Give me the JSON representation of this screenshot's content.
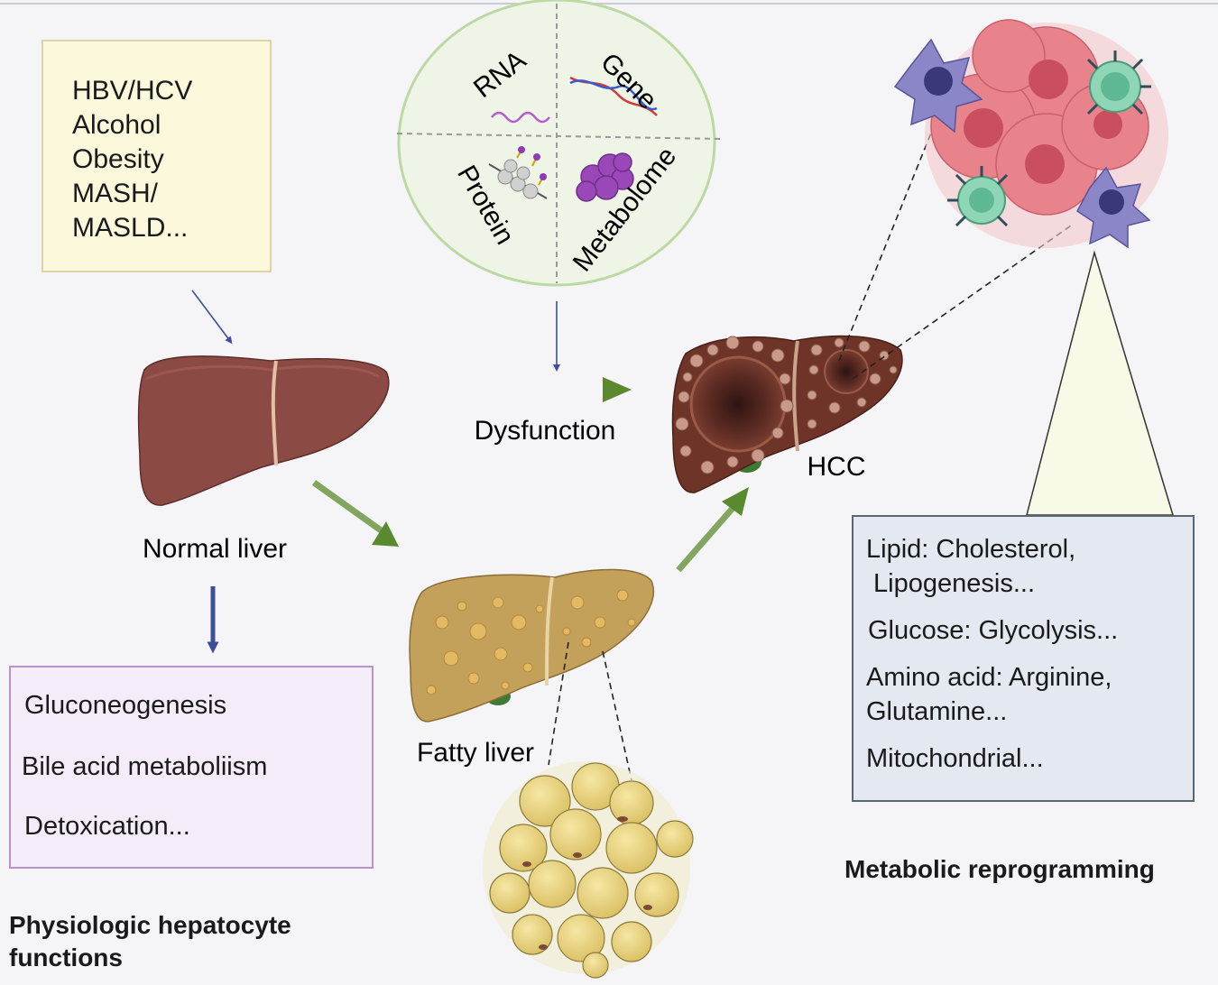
{
  "risk_factors": {
    "items": [
      "HBV/HCV",
      "Alcohol",
      "Obesity",
      "MASH/",
      "MASLD..."
    ]
  },
  "omics": {
    "rna": "RNA",
    "gene": "Gene",
    "protein": "Protein",
    "metabolome": "Metabolome"
  },
  "labels": {
    "normal_liver": "Normal liver",
    "dysfunction": "Dysfunction",
    "fatty_liver": "Fatty liver",
    "hcc": "HCC"
  },
  "physiologic": {
    "items": [
      "Gluconeogenesis",
      "Bile acid metaboliism",
      "Detoxication..."
    ],
    "title_line1": "Physiologic hepatocyte",
    "title_line2": "functions"
  },
  "metabolic": {
    "items": [
      "Lipid: Cholesterol,",
      " Lipogenesis...",
      "Glucose: Glycolysis...",
      "Amino acid: Arginine,",
      "Glutamine...",
      "Mitochondrial..."
    ],
    "title": "Metabolic reprogramming"
  },
  "colors": {
    "green_arrow": "#5b8a2e",
    "blue_arrow": "#3d4f9a",
    "liver_normal": "#8c4a45",
    "liver_fatty": "#c4a15a",
    "liver_hcc": "#6e3428",
    "tumor_pink": "#e8838c"
  }
}
